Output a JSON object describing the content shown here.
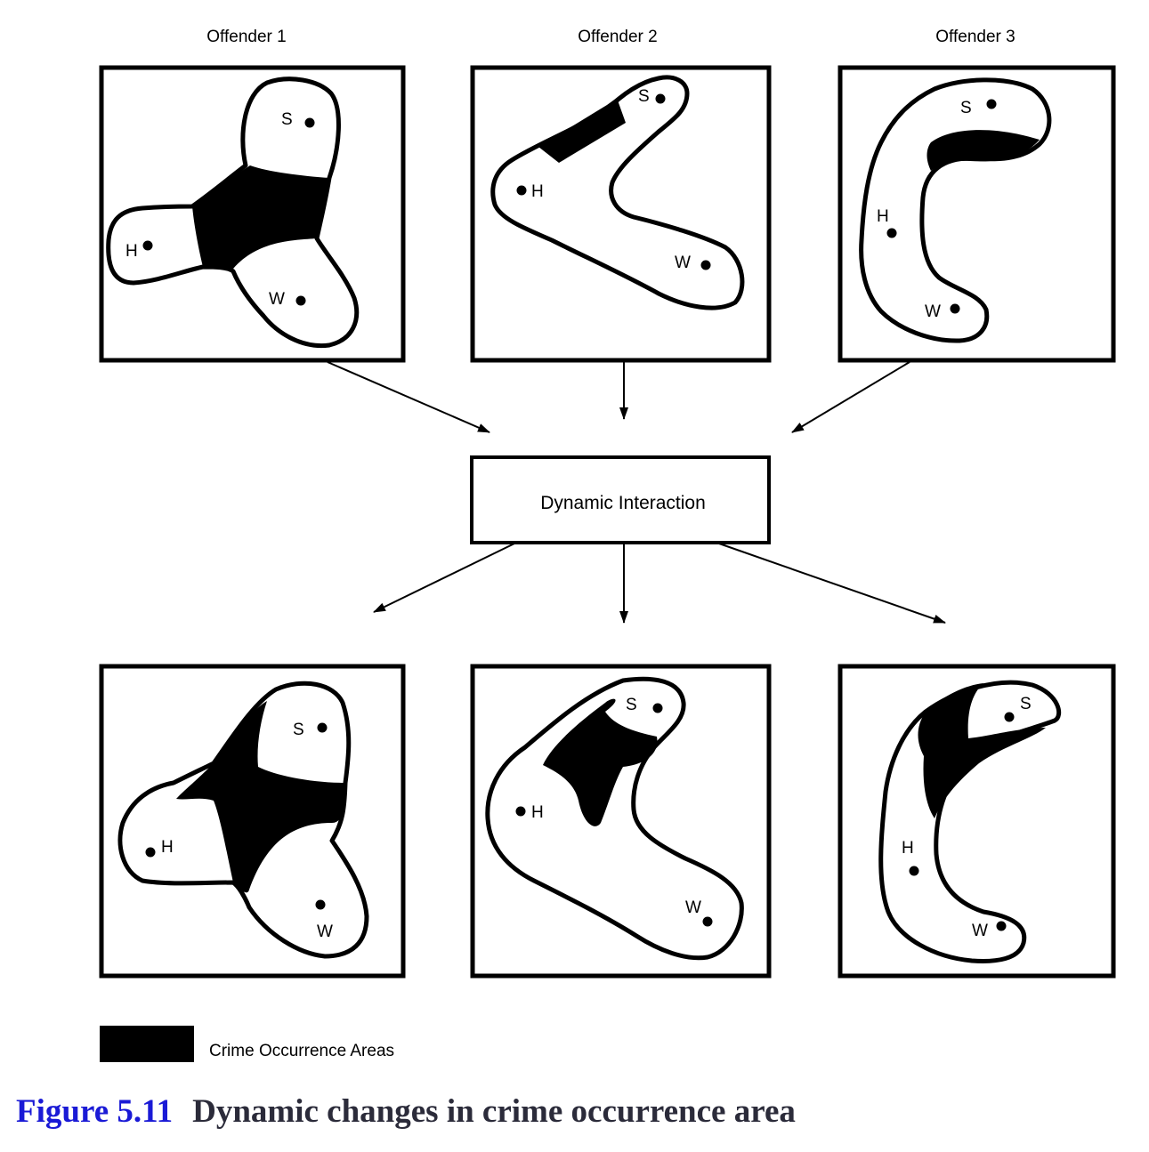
{
  "offenders": [
    {
      "title": "Offender 1"
    },
    {
      "title": "Offender 2"
    },
    {
      "title": "Offender 3"
    }
  ],
  "points": {
    "home": "H",
    "work": "W",
    "school": "S"
  },
  "center_box": "Dynamic Interaction",
  "legend": {
    "label": "Crime Occurrence Areas"
  },
  "caption": {
    "number": "Figure 5.11",
    "text": "Dynamic changes in crime occurrence area"
  },
  "colors": {
    "ink": "#000000",
    "caption_number": "#1a1ad6",
    "caption_text": "#2b2b3a"
  }
}
